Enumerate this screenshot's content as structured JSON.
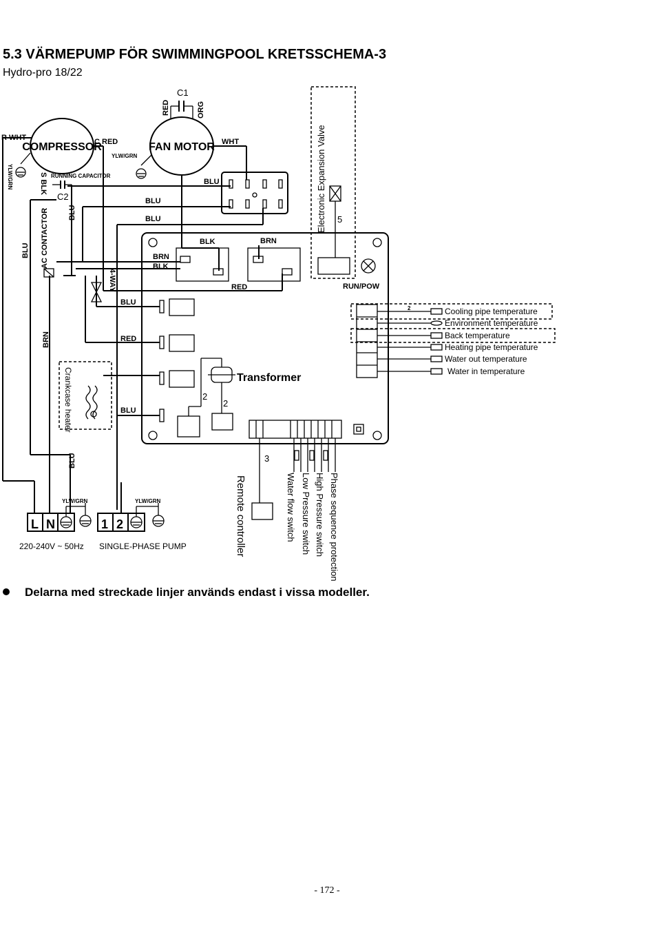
{
  "document": {
    "title": "5.3 VÄRMEPUMP FÖR SWIMMINGPOOL KRETSSCHEMA-3",
    "subtitle": "Hydro-pro 18/22",
    "note": "Delarna med streckade linjer används endast i vissa modeller.",
    "page_number": "- 172 -"
  },
  "diagram": {
    "components": {
      "compressor": "COMPRESSOR",
      "fan_motor": "FAN MOTOR",
      "running_capacitor": "RUNNING CAPACITOR",
      "capacitor_c1": "C1",
      "capacitor_c2": "C2",
      "ac_contactor": "AC CONTACTOR",
      "four_way": "4-WAY",
      "crankcase_heater": "Crankcase heater",
      "transformer": "Transformer",
      "electronic_expansion_valve": "Electronic Expansion Valve",
      "run_pow": "RUN/POW",
      "remote_controller": "Remote controller"
    },
    "terminal_labels": {
      "r_wht": "R WHT",
      "c_red": "C RED",
      "s_blk": "S BLK",
      "ylw_grn": "YLW/GRN",
      "wht": "WHT",
      "red": "RED",
      "org": "ORG"
    },
    "wire_labels": {
      "blu": "BLU",
      "blk": "BLK",
      "brn": "BRN",
      "red": "RED",
      "ylw_grn": "YLW/GRN"
    },
    "connector_counts": {
      "eev": "5",
      "transformer_primary": "2",
      "transformer_secondary": "2",
      "remote": "3",
      "sensor": "2"
    },
    "sensors": [
      "Cooling pipe temperature",
      "Environment temperature",
      "Back temperature",
      "Heating pipe temperature",
      "Water out temperature",
      "Water in temperature"
    ],
    "switches": [
      "Water flow switch",
      "Low Pressure switch",
      "High Pressure switch",
      "Phase sequence protection"
    ],
    "power_terminals": {
      "l": "L",
      "n": "N",
      "one": "1",
      "two": "2",
      "supply_label": "220-240V ~ 50Hz",
      "pump_label": "SINGLE-PHASE PUMP"
    }
  }
}
